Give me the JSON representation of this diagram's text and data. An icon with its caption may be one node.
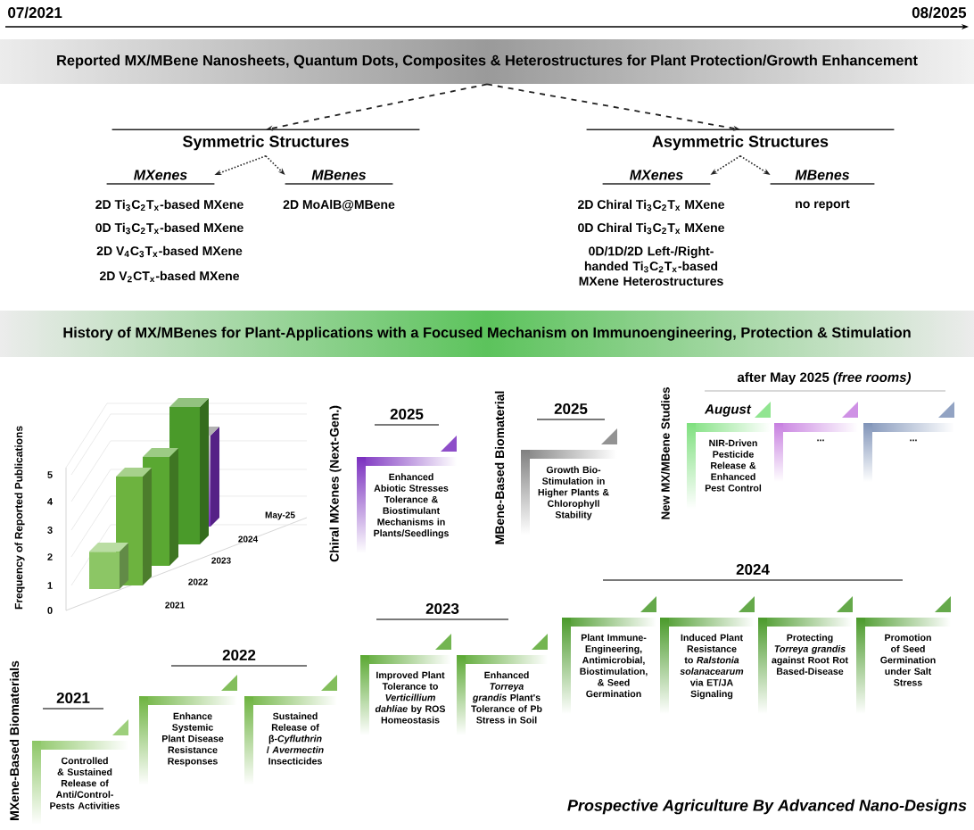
{
  "diagram": {
    "caption": "Prospective Agriculture By Advanced Nano-Designs",
    "nodes": [
      {
        "text": [
          "Reported MX/MBene Nanosheets, Quantum Dots, Composites & Heterostructures for Plant Protection/Growth Enhancement"
        ]
      },
      {
        "text": [
          "Symmetric Structures"
        ]
      },
      {
        "text": [
          "Asymmetric Structures"
        ]
      },
      {
        "text": [
          "MXenes"
        ]
      },
      {
        "text": [
          "MBenes"
        ]
      },
      {
        "text": [
          "MXenes"
        ]
      },
      {
        "text": [
          "MBenes"
        ]
      },
      {
        "text": [
          "History of MX/MBenes for Plant-Applications with a Focused Mechanism on Immunoengineering, Protection & Stimulation"
        ]
      },
      {
        "text": [
          "Controlled & Sustained Release of Anti/Control-Pests Activities"
        ]
      },
      {
        "text": [
          "Enhance Systemic Plant Disease Resistance Responses"
        ]
      },
      {
        "text": [
          "Sustained Release of β-*Cyfluthrin* / *Avermectin* Insecticides"
        ]
      },
      {
        "text": [
          "Improved Plant Tolerance to *Verticillium dahliae* by ROS Homeostasis"
        ]
      },
      {
        "text": [
          "Enhanced *Torreya grandis* Plant's Tolerance of Pb Stress in Soil"
        ]
      },
      {
        "text": [
          "Plant Immune-Engineering, Antimicrobial, Biostimulation, & Seed Germination"
        ]
      },
      {
        "text": [
          "Induced Plant Resistance to *Ralstonia solanacearum* via ET/JA Signaling"
        ]
      },
      {
        "text": [
          "Protecting *Torreya grandis* against Root Rot Based-Disease"
        ]
      },
      {
        "text": [
          "Promotion of Seed Germination under Salt Stress"
        ]
      },
      {
        "text": [
          "Enhanced Abiotic Stresses Tolerance & Biostimulant Mechanisms in Plants/Seedlings"
        ]
      },
      {
        "text": [
          "Growth Bio-Stimulation in Higher Plants & Chlorophyll Stability"
        ]
      },
      {
        "text": [
          "NIR-Driven Pesticide Release & Enhanced Pest Control"
        ]
      },
      {
        "text": [
          "..."
        ]
      },
      {
        "text": [
          "..."
        ]
      }
    ],
    "edges": [
      {
        "from": 0,
        "to": 1,
        "arrow": "to",
        "style": "dashed"
      },
      {
        "from": 0,
        "to": 2,
        "arrow": "to",
        "style": "dashed"
      },
      {
        "from": 1,
        "to": 3,
        "arrow": "to"
      },
      {
        "from": 1,
        "to": 4,
        "arrow": "to"
      },
      {
        "from": 2,
        "to": 5,
        "arrow": "to"
      },
      {
        "from": 2,
        "to": 6,
        "arrow": "to"
      }
    ],
    "labels": [
      "07/2021",
      "08/2025",
      "2D Ti$_{3}$C$_{2}$T$_{x}$-based MXene",
      "0D Ti$_{3}$C$_{2}$T$_{x}$-based MXene",
      "2D V$_{4}$C$_{3}$T$_{x}$-based MXene",
      "2D V$_{2}$CT$_{x}$-based MXene",
      "2D MoAlB@MBene",
      "2D Chiral Ti$_{3}$C$_{2}$T$_{x}$ MXene",
      "0D Chiral Ti$_{3}$C$_{2}$T$_{x}$ MXene",
      "0D/1D/2D Left-/Right-handed Ti$_{3}$C$_{2}$T$_{x}$-based MXene Heterostructures",
      "no report",
      "Frequency of Reported Publications",
      "0",
      "1",
      "2",
      "3",
      "4",
      "5",
      "2021",
      "2022",
      "2023",
      "2024",
      "May-25",
      "Chiral MXenes (Next-Gen.)",
      "MBene-Based Biomaterial",
      "New MX/MBene Studies",
      "MXene-Based Biomaterials",
      "2025",
      "2025",
      "after May 2025 *(free rooms)*",
      "August",
      "2024",
      "2023",
      "2022",
      "2021"
    ]
  }
}
